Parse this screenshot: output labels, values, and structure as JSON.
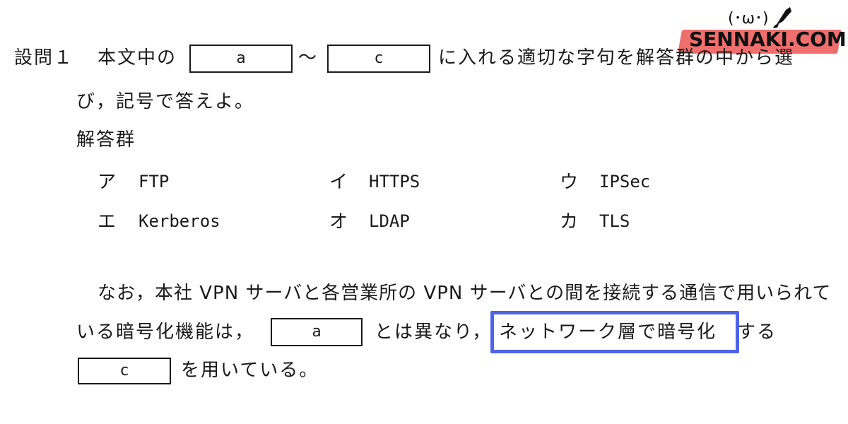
{
  "question": {
    "label": "設問１",
    "line1_pre": "本文中の",
    "blank_a": "a",
    "tilde": "～",
    "blank_c": "c",
    "line1_post": "に入れる適切な字句を解答群の中から選",
    "line2": "び，記号で答えよ。"
  },
  "answer_group": {
    "title": "解答群",
    "options": [
      {
        "key": "ア",
        "value": "FTP"
      },
      {
        "key": "イ",
        "value": "HTTPS"
      },
      {
        "key": "ウ",
        "value": "IPSec"
      },
      {
        "key": "エ",
        "value": "Kerberos"
      },
      {
        "key": "オ",
        "value": "LDAP"
      },
      {
        "key": "カ",
        "value": "TLS"
      }
    ]
  },
  "paragraph": {
    "line1": "なお，本社 VPN サーバと各営業所の VPN サーバとの間を接続する通信で用いられて",
    "line2_pre": "いる暗号化機能は，",
    "blank_a": "a",
    "line2_mid": "とは異なり，",
    "line2_highlight": "ネットワーク層で暗号化",
    "line2_post": "する",
    "blank_c": "c",
    "line3_post": "を用いている。"
  },
  "watermark": {
    "text": "SENNAKI.COM",
    "face": "(･ω･)",
    "bar_color": "#ef6e6e"
  },
  "colors": {
    "highlight_border": "#4f63e8",
    "text": "#1a1a1a"
  }
}
